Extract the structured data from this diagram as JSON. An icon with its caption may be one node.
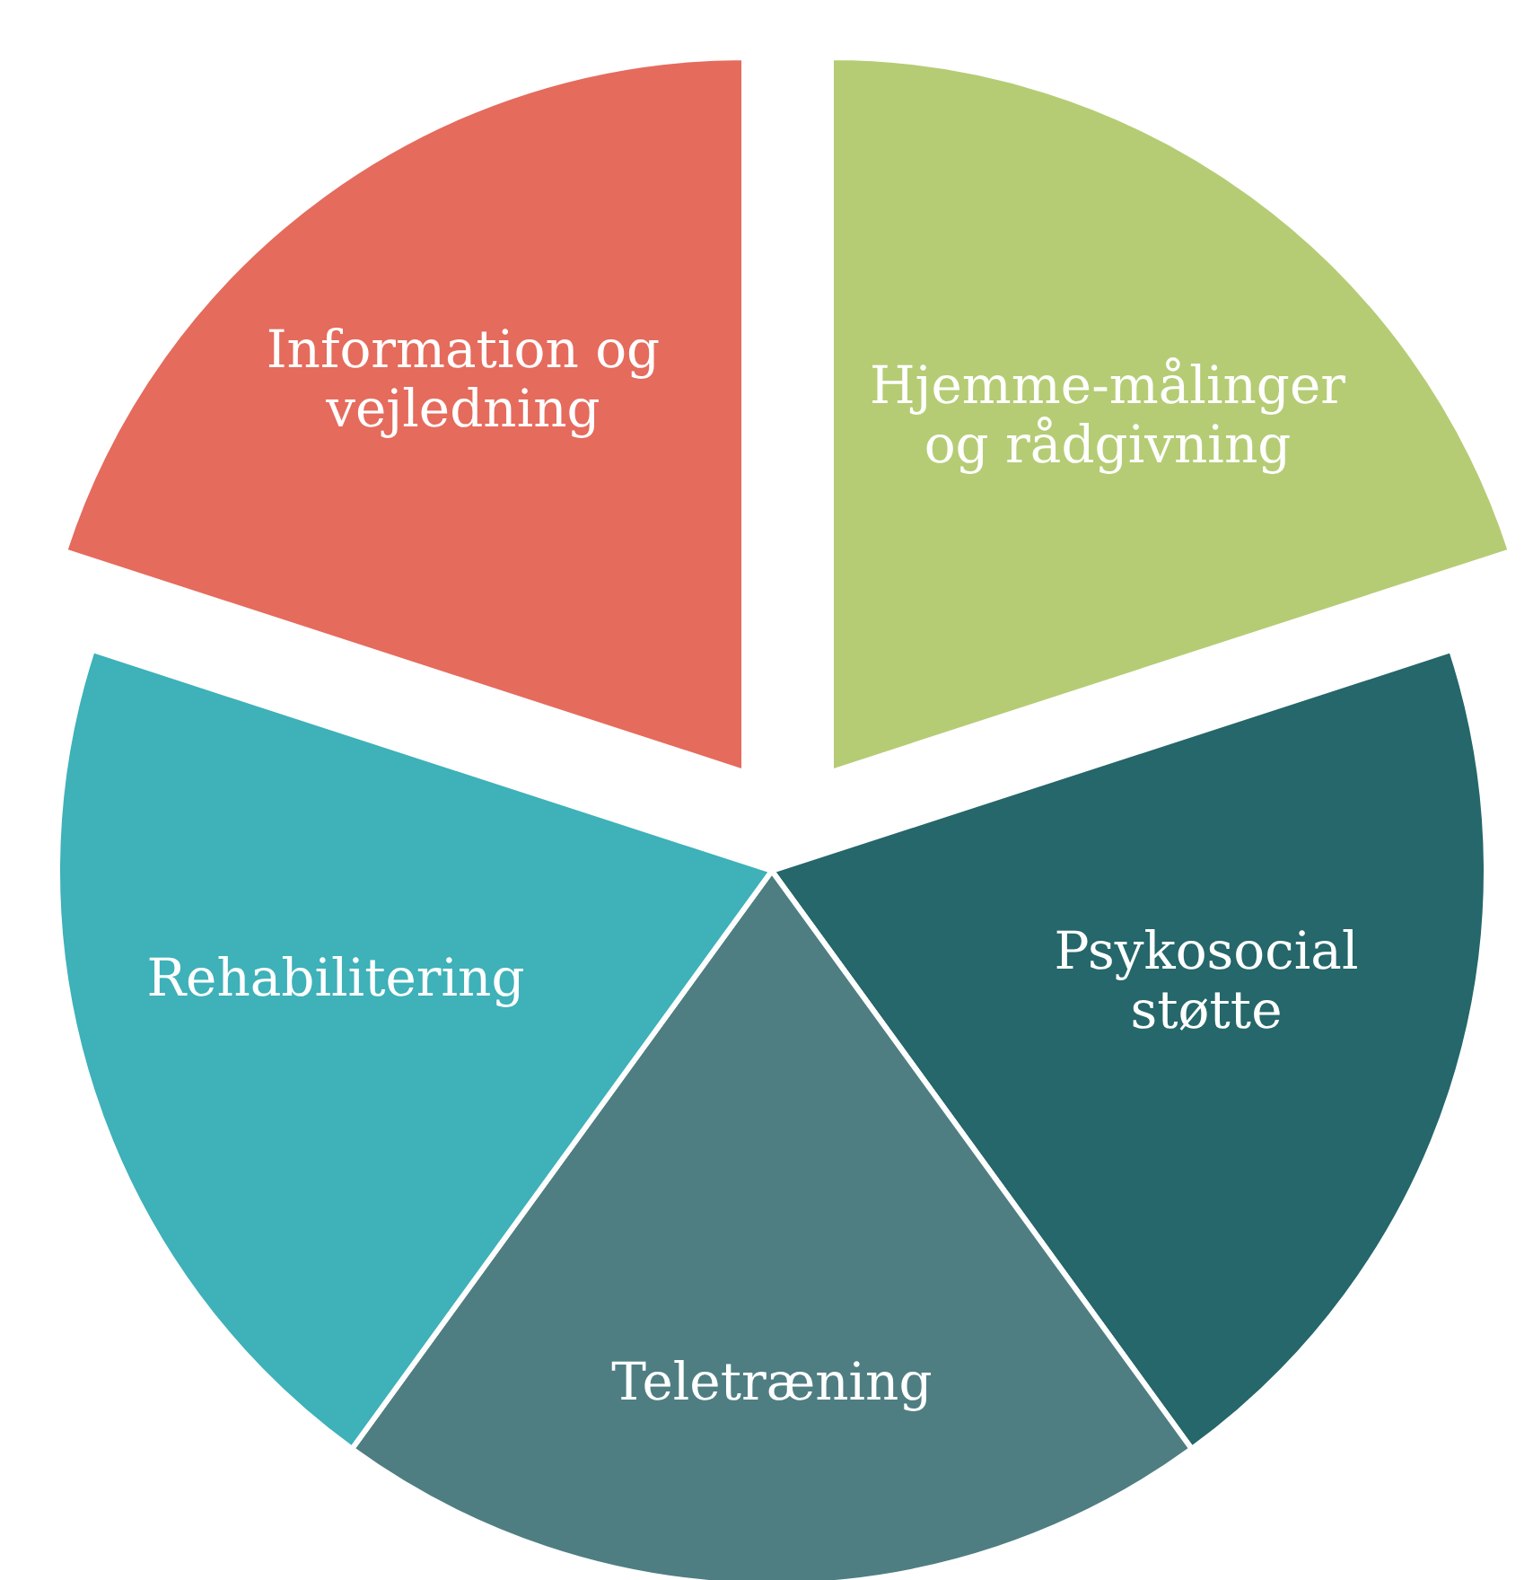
{
  "diagram": {
    "nodes": [
      {
        "text": [
          "Information og vejledning"
        ]
      },
      {
        "text": [
          "Hjemme-målinger og rådgivning"
        ]
      },
      {
        "text": [
          "Psykosocial støtte"
        ]
      },
      {
        "text": [
          "Teletræning"
        ]
      },
      {
        "text": [
          "Rehabilitering"
        ]
      }
    ]
  }
}
